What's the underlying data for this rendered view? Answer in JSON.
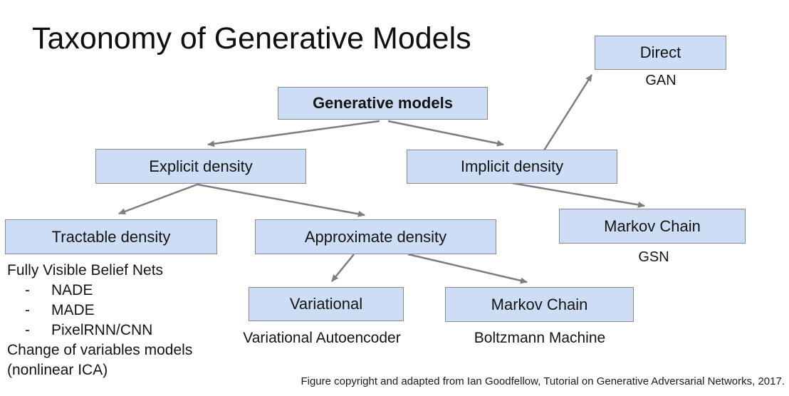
{
  "title": "Taxonomy of Generative Models",
  "colors": {
    "box_fill": "#cdddf5",
    "box_border": "#8a8a8a",
    "arrow": "#7d7d7d",
    "text": "#141414"
  },
  "nodes": {
    "generative": {
      "label": "Generative models"
    },
    "explicit": {
      "label": "Explicit density"
    },
    "implicit": {
      "label": "Implicit density"
    },
    "direct": {
      "label": "Direct",
      "sublabel": "GAN"
    },
    "tractable": {
      "label": "Tractable density"
    },
    "approximate": {
      "label": "Approximate density"
    },
    "variational": {
      "label": "Variational",
      "sublabel": "Variational Autoencoder"
    },
    "markov_chain_bottom": {
      "label": "Markov Chain",
      "sublabel": "Boltzmann Machine"
    },
    "markov_chain_right": {
      "label": "Markov Chain",
      "sublabel": "GSN"
    }
  },
  "tractable_notes": {
    "heading": "Fully Visible Belief Nets",
    "bullet": "-",
    "items": [
      "NADE",
      "MADE",
      "PixelRNN/CNN"
    ],
    "extra_lines": [
      "Change of variables models",
      "(nonlinear ICA)"
    ]
  },
  "footer": "Figure copyright and adapted from Ian Goodfellow, Tutorial on Generative Adversarial Networks, 2017."
}
